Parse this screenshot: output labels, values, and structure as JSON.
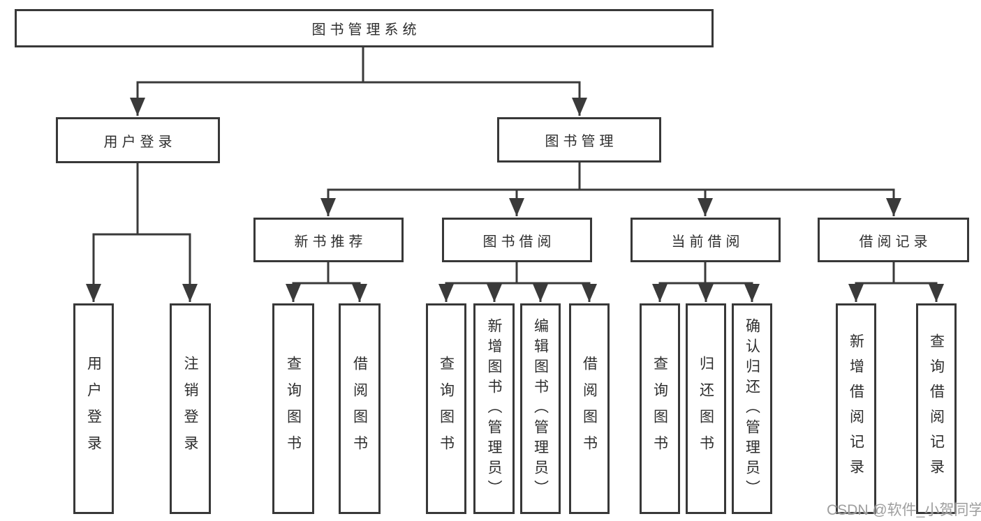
{
  "diagram": {
    "root": {
      "label": "图书管理系统"
    },
    "branches": {
      "user_login": {
        "label": "用户登录",
        "children": [
          {
            "label": "用户登录"
          },
          {
            "label": "注销登录"
          }
        ]
      },
      "book_management": {
        "label": "图书管理",
        "children": [
          {
            "label": "新书推荐",
            "children": [
              {
                "label": "查询图书"
              },
              {
                "label": "借阅图书"
              }
            ]
          },
          {
            "label": "图书借阅",
            "children": [
              {
                "label": "查询图书"
              },
              {
                "label": "新增图书（管理员）"
              },
              {
                "label": "编辑图书（管理员）"
              },
              {
                "label": "借阅图书"
              }
            ]
          },
          {
            "label": "当前借阅",
            "children": [
              {
                "label": "查询图书"
              },
              {
                "label": "归还图书"
              },
              {
                "label": "确认归还（管理员）"
              }
            ]
          },
          {
            "label": "借阅记录",
            "children": [
              {
                "label": "新增借阅记录"
              },
              {
                "label": "查询借阅记录"
              }
            ]
          }
        ]
      }
    }
  },
  "watermark": {
    "text": "CSDN @软件_小贺同学"
  },
  "colors": {
    "line": "#3a3a3a",
    "box_border": "#383838",
    "text": "#2e2e2e",
    "watermark": "#919191",
    "background": "#ffffff"
  }
}
